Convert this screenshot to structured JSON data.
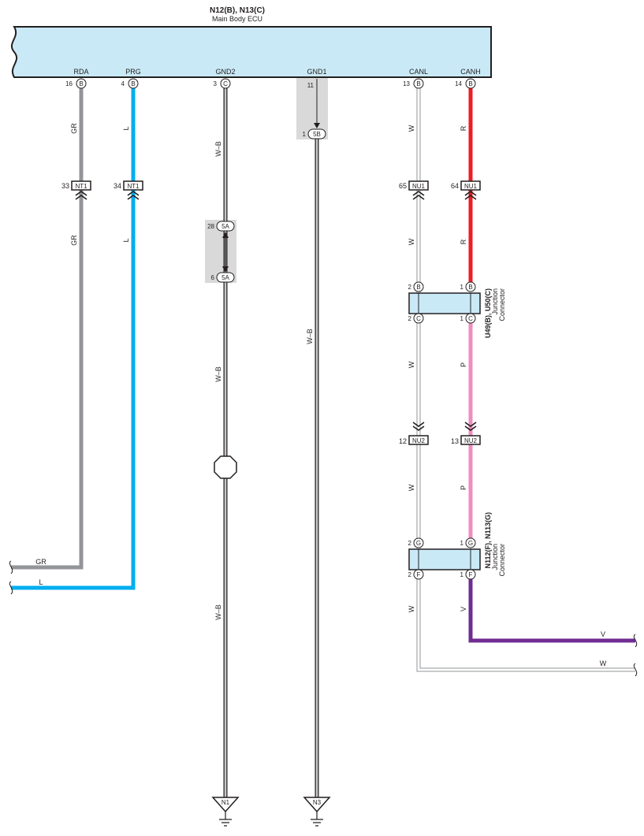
{
  "ecu": {
    "title": "N12(B), N13(C)",
    "subtitle": "Main Body ECU",
    "pins": [
      {
        "name": "RDA",
        "num": "16",
        "conn": "B"
      },
      {
        "name": "PRG",
        "num": "4",
        "conn": "B"
      },
      {
        "name": "GND2",
        "num": "3",
        "conn": "C"
      },
      {
        "name": "GND1",
        "num": "11",
        "conn": ""
      },
      {
        "name": "CANL",
        "num": "13",
        "conn": "B"
      },
      {
        "name": "CANH",
        "num": "14",
        "conn": "B"
      }
    ]
  },
  "wire_labels": {
    "gr": "GR",
    "l": "L",
    "wb": "W–B",
    "w": "W",
    "r": "R",
    "p": "P",
    "v": "V"
  },
  "colors": {
    "gr": "#939598",
    "l": "#00aeef",
    "r": "#ed1c24",
    "p": "#f08cbf",
    "v": "#6f2c91",
    "ecu_fill": "#c9e9f6",
    "splice_fill": "#d9d9da"
  },
  "connectors": {
    "nt1": {
      "name": "NT1",
      "pin_left": "33",
      "pin_right": "34"
    },
    "nu1": {
      "name": "NU1",
      "pin_left": "65",
      "pin_right": "64"
    },
    "nu2": {
      "name": "NU2",
      "pin_left": "12",
      "pin_right": "13"
    },
    "c5a": {
      "name": "5A",
      "pin_top": "28",
      "pin_bottom": "6"
    },
    "c5b": {
      "name": "5B",
      "pin": "1"
    }
  },
  "junctions": {
    "u49": {
      "title": "U49(B), U50(C)",
      "sub1": "Junction",
      "sub2": "Connector",
      "top_conn": "B",
      "bottom_conn": "C",
      "left_pin": "2",
      "right_pin": "1"
    },
    "n112": {
      "title": "N112(F), N113(G)",
      "sub1": "Junction",
      "sub2": "Connector",
      "top_conn": "G",
      "bottom_conn": "F",
      "left_pin": "2",
      "right_pin": "1"
    }
  },
  "grounds": {
    "n1": "N1",
    "n3": "N3"
  }
}
